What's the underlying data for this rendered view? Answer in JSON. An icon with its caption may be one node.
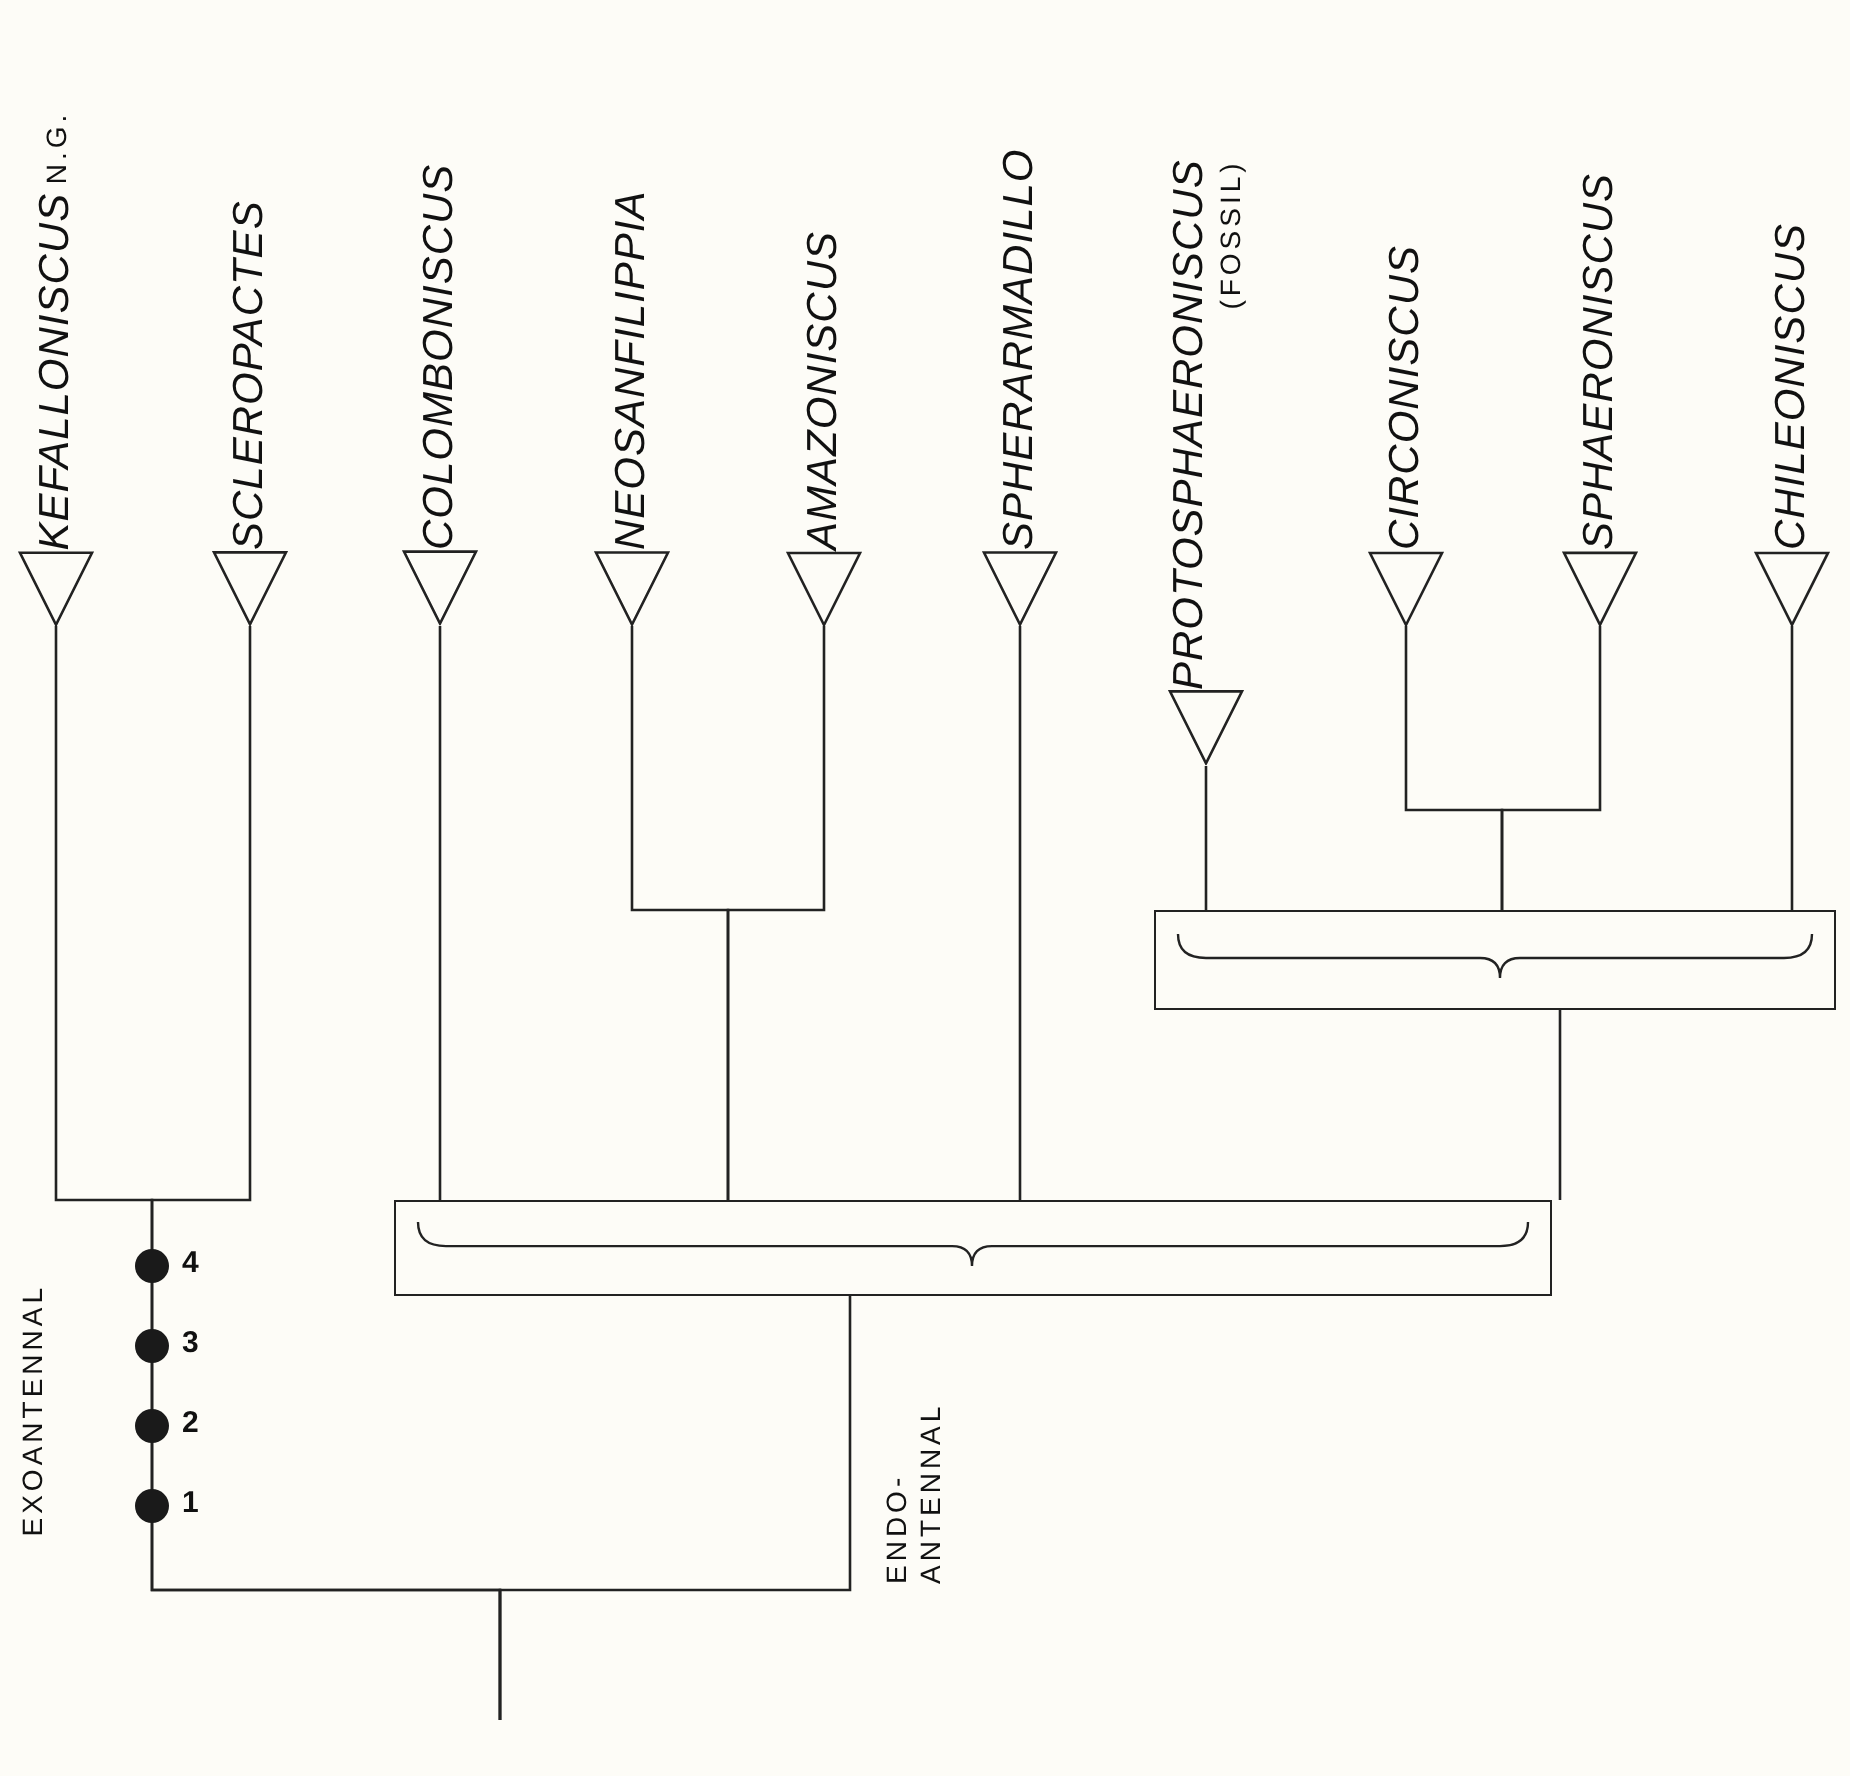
{
  "diagram": {
    "nodes": [
      {
        "text": [
          "KEFALLONISCUS",
          "N.G."
        ]
      },
      {
        "text": [
          "SCLEROPACTES"
        ]
      },
      {
        "text": [
          "COLOMBONISCUS"
        ]
      },
      {
        "text": [
          "NEOSANFILIPPIA"
        ]
      },
      {
        "text": [
          "AMAZONISCUS"
        ]
      },
      {
        "text": [
          "SPHERARMADILLO"
        ]
      },
      {
        "text": [
          "PROTOSPHAERONISCUS",
          "(FOSSIL)"
        ]
      },
      {
        "text": [
          "CIRCONISCUS"
        ]
      },
      {
        "text": [
          "SPHAERONISCUS"
        ]
      },
      {
        "text": [
          "CHILEONISCUS"
        ]
      },
      {
        "text": [],
        "shape": "box"
      },
      {
        "text": [],
        "shape": "box"
      }
    ],
    "edges": [
      {
        "from": null,
        "to": 0,
        "arrow": "none"
      },
      {
        "from": null,
        "to": 1,
        "arrow": "none"
      },
      {
        "from": null,
        "to": 11,
        "arrow": "none"
      },
      {
        "from": 11,
        "to": 2,
        "arrow": "none"
      },
      {
        "from": 11,
        "to": 3,
        "arrow": "none"
      },
      {
        "from": 11,
        "to": 4,
        "arrow": "none"
      },
      {
        "from": 11,
        "to": 5,
        "arrow": "none"
      },
      {
        "from": 11,
        "to": 10,
        "arrow": "none"
      },
      {
        "from": 10,
        "to": 6,
        "arrow": "none"
      },
      {
        "from": 10,
        "to": 7,
        "arrow": "none"
      },
      {
        "from": 10,
        "to": 8,
        "arrow": "none"
      },
      {
        "from": 10,
        "to": 9,
        "arrow": "none"
      }
    ],
    "labels": [
      "EXOANTENNAL",
      "4",
      "3",
      "2",
      "1",
      "ENDO- ANTENNAL"
    ]
  }
}
